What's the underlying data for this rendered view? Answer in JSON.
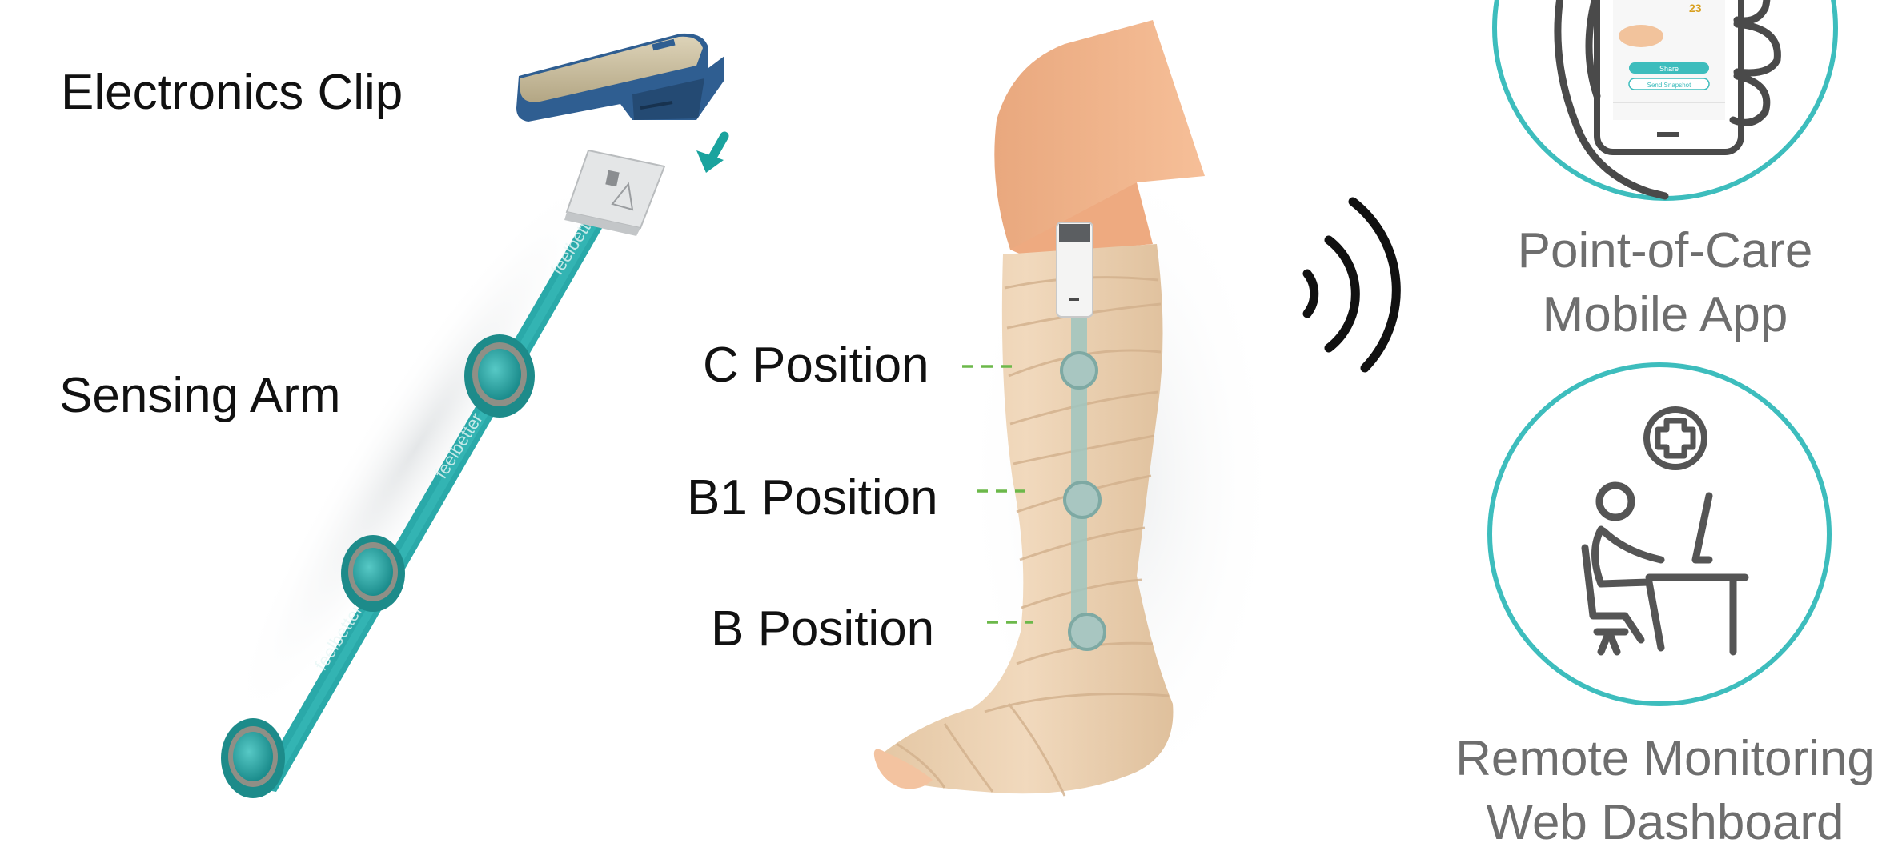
{
  "device": {
    "clip_label": "Electronics Clip",
    "arm_label": "Sensing Arm",
    "arm_branding": "feelbetter"
  },
  "positions": [
    {
      "label": "C Position"
    },
    {
      "label": "B1 Position"
    },
    {
      "label": "B Position"
    }
  ],
  "mobile_app": {
    "line1": "Point-of-Care",
    "line2": "Mobile App",
    "screen": {
      "value": "23",
      "share_label": "Share",
      "snapshot_label": "Send Snapshot"
    }
  },
  "dashboard": {
    "line1": "Remote Monitoring",
    "line2": "Web Dashboard"
  },
  "colors": {
    "teal": "#2aa9a9",
    "circle_teal": "#3dbdbd",
    "clip_blue": "#2f5e91",
    "clip_beige": "#c8bda0",
    "skin": "#f2b48c",
    "bandage": "#ecd2b3",
    "dash_green": "#6cb84a",
    "icon_gray": "#555555"
  }
}
